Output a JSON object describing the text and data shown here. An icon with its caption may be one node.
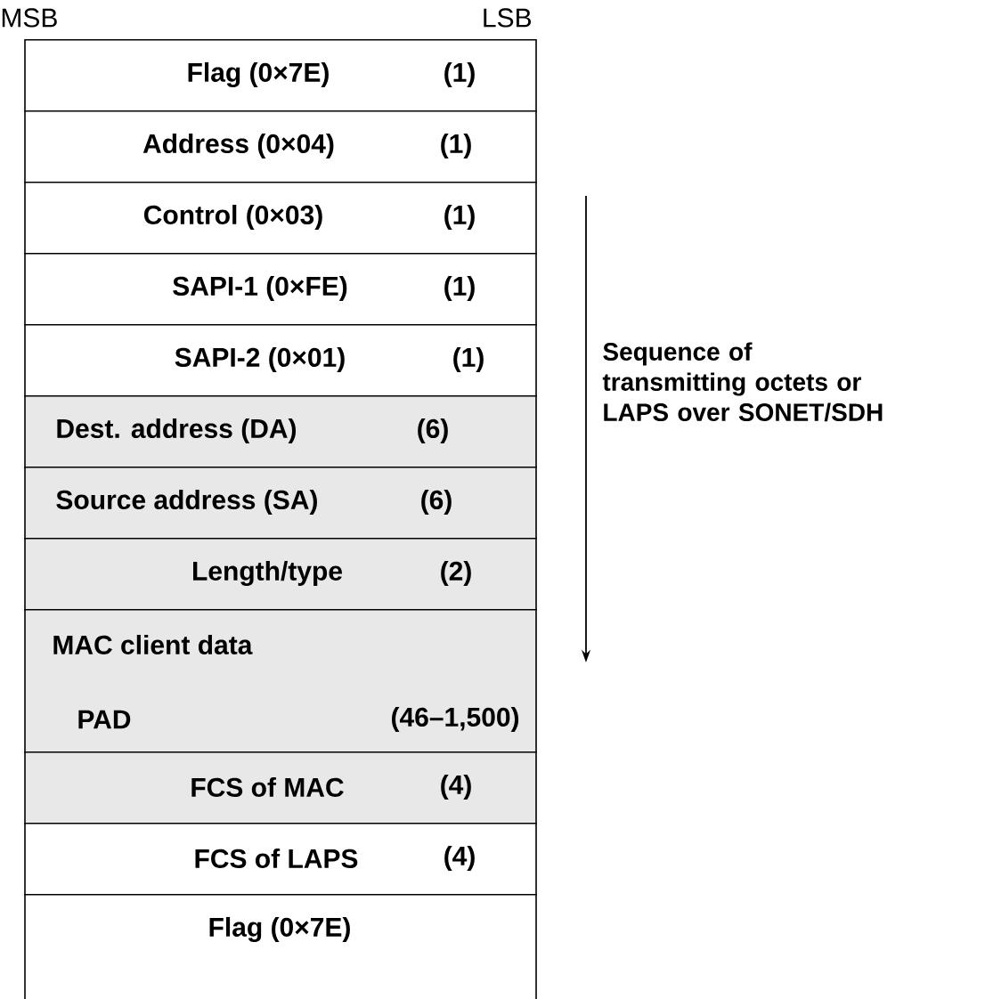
{
  "diagram": {
    "nodes": [
      {
        "text": [
          "Flag (0×7E)",
          "(1)"
        ]
      },
      {
        "text": [
          "Address (0×04)",
          "(1)"
        ]
      },
      {
        "text": [
          "Control (0×03)",
          "(1)"
        ]
      },
      {
        "text": [
          "SAPI-1 (0×FE)",
          "(1)"
        ]
      },
      {
        "text": [
          "SAPI-2 (0×01)",
          "(1)"
        ]
      },
      {
        "text": [
          "Dest. address (DA)",
          "(6)"
        ]
      },
      {
        "text": [
          "Source address (SA)",
          "(6)"
        ]
      },
      {
        "text": [
          "Length/type",
          "(2)"
        ]
      },
      {
        "text": [
          "MAC client data",
          "PAD",
          "(46–1,500)"
        ]
      },
      {
        "text": [
          "FCS of MAC",
          "(4)"
        ]
      },
      {
        "text": [
          "FCS of LAPS",
          "(4)"
        ]
      },
      {
        "text": [
          "Flag (0×7E)"
        ]
      }
    ],
    "labels": [
      "MSB",
      "LSB",
      "Sequence of transmitting octets or LAPS over SONET/SDH"
    ]
  }
}
